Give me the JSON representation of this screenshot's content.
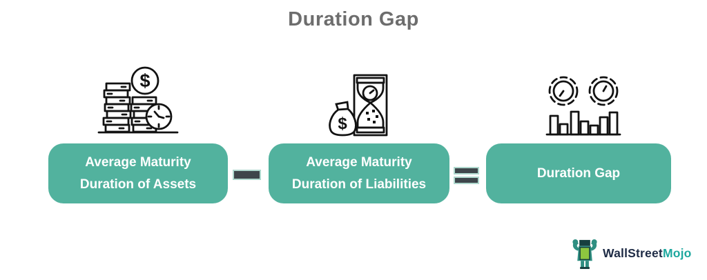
{
  "title": "Duration Gap",
  "colors": {
    "background": "#ffffff",
    "title_color": "#6d6d6d",
    "box_bg": "#52b29e",
    "box_text": "#ffffff",
    "operator_bg": "#3e464b",
    "operator_border": "#afd8ce",
    "icon_stroke": "#121212",
    "brand_dark": "#1e2b45",
    "brand_teal": "#1fa89f"
  },
  "formula": {
    "operand1": {
      "label": "Average Maturity\nDuration of Assets",
      "icon": "coins-dollar-clock-icon"
    },
    "operator1": "minus",
    "operand2": {
      "label": "Average Maturity\nDuration of Liabilities",
      "icon": "hourglass-moneybag-icon"
    },
    "operator2": "equals",
    "result": {
      "label": "Duration Gap",
      "icon": "gauges-bar-chart-icon"
    }
  },
  "glyphs": {
    "dollar": "$"
  },
  "footer": {
    "brand_first": "WallStreet",
    "brand_second": "Mojo"
  }
}
